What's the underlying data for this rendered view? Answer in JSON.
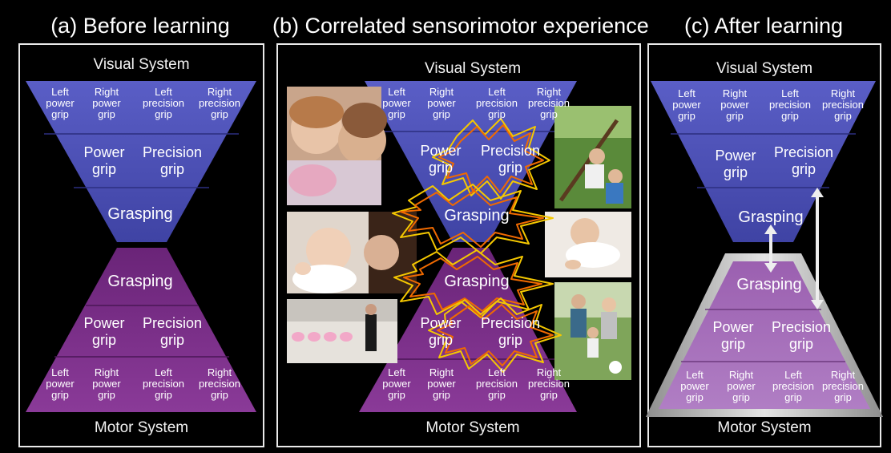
{
  "panels": {
    "a": {
      "title": "(a) Before learning",
      "visual_label": "Visual System",
      "motor_label": "Motor System"
    },
    "b": {
      "title": "(b) Correlated sensorimotor experience",
      "visual_label": "Visual System",
      "motor_label": "Motor System"
    },
    "c": {
      "title": "(c) After learning",
      "visual_label": "Visual System",
      "motor_label": "Motor System"
    }
  },
  "levels": {
    "fine": [
      "Left power grip",
      "Right power grip",
      "Left precision grip",
      "Right precision grip"
    ],
    "fine_lines": [
      [
        "Left",
        "power",
        "grip"
      ],
      [
        "Right",
        "power",
        "grip"
      ],
      [
        "Left",
        "precision",
        "grip"
      ],
      [
        "Right",
        "precision",
        "grip"
      ]
    ],
    "mid_lines": [
      [
        "Power",
        "grip"
      ],
      [
        "Precision",
        "grip"
      ]
    ],
    "top": "Grasping"
  },
  "colors": {
    "visual": "#4b4fb4",
    "motor": "#7a2e88",
    "motor_learned": "#9a5aac",
    "frame": "#eaeaea",
    "scribble_a": "#f5c800",
    "scribble_b": "#f06a00",
    "arrow": "#eeeeee"
  },
  "photos": [
    "toddlers-photo",
    "mother-baby-photo",
    "ballet-class-photo",
    "tree-climbing-photo",
    "crawling-baby-photo",
    "soccer-family-photo"
  ]
}
